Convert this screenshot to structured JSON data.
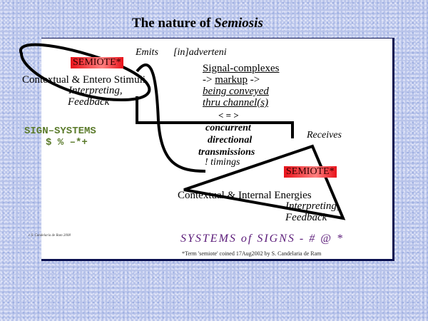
{
  "title": {
    "prefix": "The nature of ",
    "emphasis": "Semiosis"
  },
  "diagram": {
    "emits": "Emits",
    "inadvertent": "[in]adverteni",
    "semiote_top": "SEMIOTE*",
    "stimuli": "Contextual & Entero Stimuli",
    "interpreting_top": "Interpreting,",
    "feedback_top": "Feedback",
    "signal_complexes": "Signal-complexes",
    "markup_prefix": "-> ",
    "markup": "markup",
    "markup_suffix": " ->",
    "being_conveyed": "being conveyed",
    "thru_channels": "thru channel(s)",
    "arrows": "< = >",
    "concurrent": "concurrent",
    "directional": "directional",
    "transmissions": "transmissions",
    "timings": "! timings",
    "receives": "Receives",
    "semiote_bottom": "SEMIOTE*",
    "energies": "Contextual & Internal Energies",
    "interpreting_bottom": "Interpreting,",
    "feedback_bottom": "Feedback",
    "sign_systems": "SIGN–SYSTEMS",
    "symbols": "$ % –*+",
    "copyright": "c S. Candelaria de Ram 2008",
    "systems_of_signs": "SYSTEMS of SIGNS - # @  *",
    "footnote": "*Term 'semiote' coined 17Aug2002 by S. Candelaria de Ram"
  }
}
